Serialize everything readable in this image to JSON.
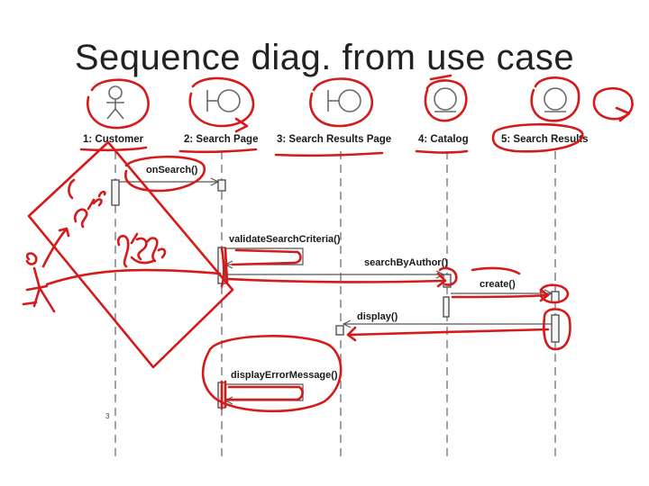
{
  "slide": {
    "title": "Sequence diag. from use case"
  },
  "objects": [
    {
      "label": "1: Customer",
      "kind": "actor"
    },
    {
      "label": "2: Search Page",
      "kind": "boundary"
    },
    {
      "label": "3: Search Results Page",
      "kind": "boundary"
    },
    {
      "label": "4: Catalog",
      "kind": "entity"
    },
    {
      "label": "5: Search Results",
      "kind": "entity"
    }
  ],
  "messages": [
    {
      "label": "onSearch()"
    },
    {
      "label": "validateSearchCriteria()"
    },
    {
      "label": "searchByAuthor()"
    },
    {
      "label": "create()"
    },
    {
      "label": "display()"
    },
    {
      "label": "displayErrorMessage()"
    }
  ],
  "colors": {
    "ink": "#d61a1a",
    "diagram": "#555555"
  }
}
